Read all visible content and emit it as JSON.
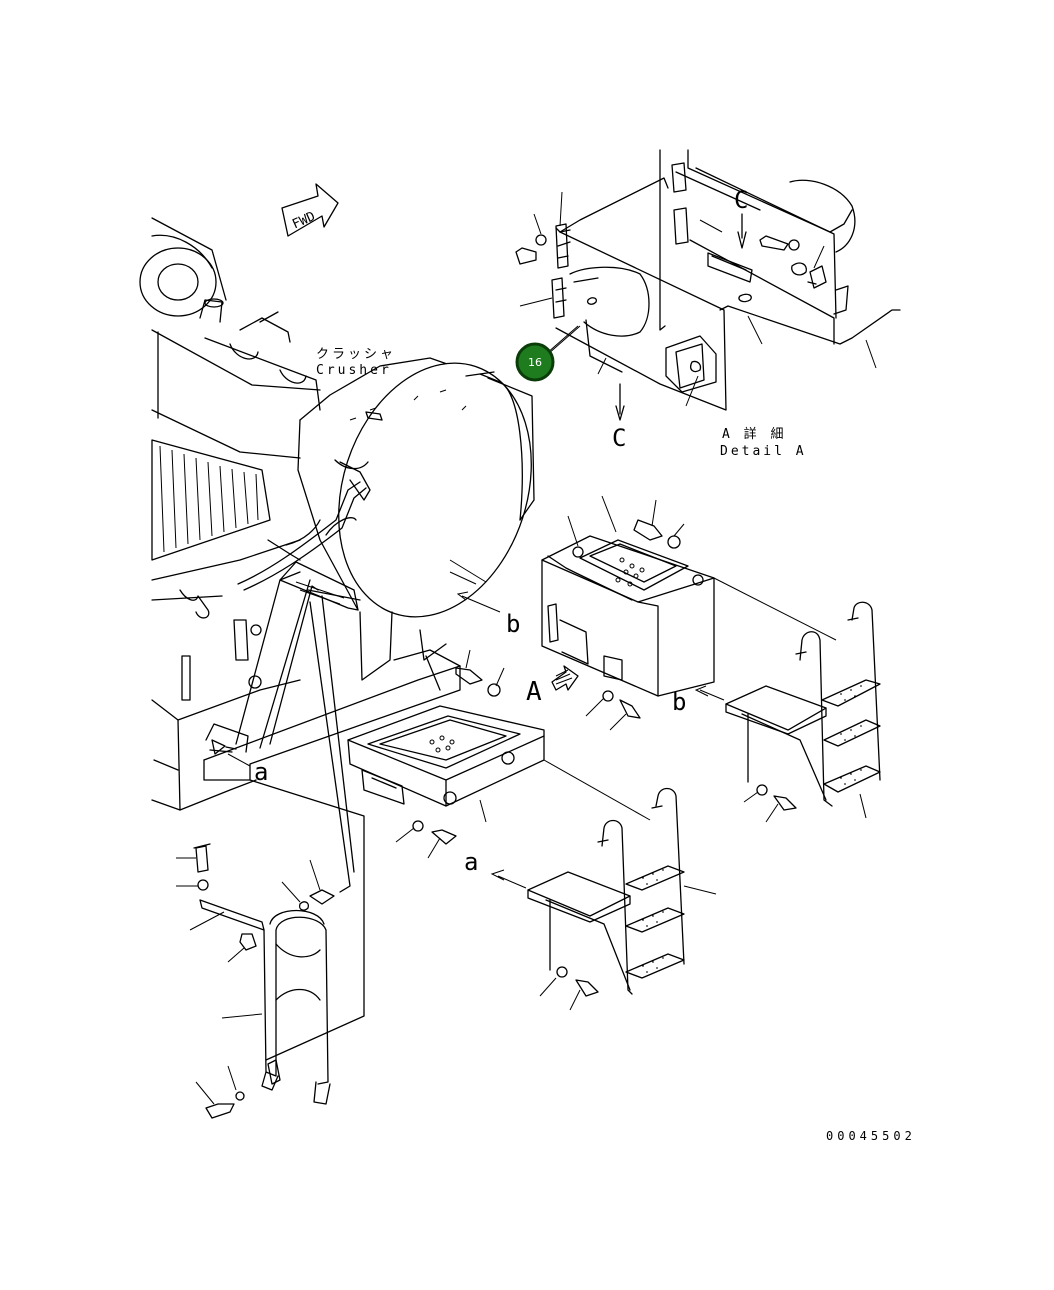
{
  "labels": {
    "fwd": "FWD",
    "crusher_jp": "クラッシャ",
    "crusher_en": "Crusher",
    "detail_jp": "A 詳 細",
    "detail_en": "Detail A",
    "view_A": "A",
    "view_b_upper": "b",
    "view_b_lower": "b",
    "view_a_left": "a",
    "view_a_right": "a",
    "view_C_top": "C",
    "view_C_bottom": "C",
    "part_number": "00045502"
  },
  "callout": {
    "number": "16",
    "fill": "#1e7b1e",
    "ring": "#0b3d0b"
  }
}
